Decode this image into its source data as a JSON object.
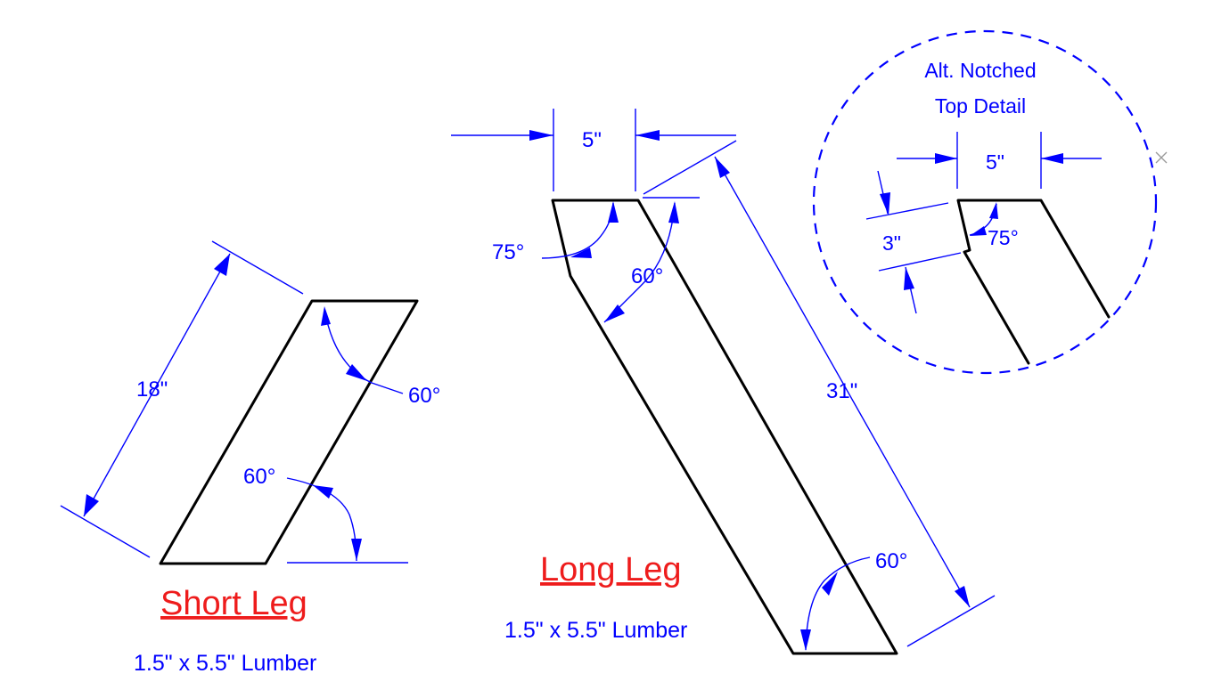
{
  "short_leg": {
    "title": "Short Leg",
    "material": "1.5\" x 5.5\" Lumber",
    "length_dim": "18\"",
    "top_angle": "60°",
    "bottom_angle": "60°"
  },
  "long_leg": {
    "title": "Long Leg",
    "material": "1.5\" x 5.5\" Lumber",
    "width_dim": "5\"",
    "length_dim": "31\"",
    "top_outer_angle": "75°",
    "top_inner_angle": "60°",
    "bottom_angle": "60°"
  },
  "detail": {
    "title_line1": "Alt. Notched",
    "title_line2": "Top Detail",
    "width_dim": "5\"",
    "notch_dim": "3\"",
    "angle": "75°"
  },
  "colors": {
    "dimension": "#0000ff",
    "title": "#ee1c1c",
    "outline": "#000000"
  }
}
